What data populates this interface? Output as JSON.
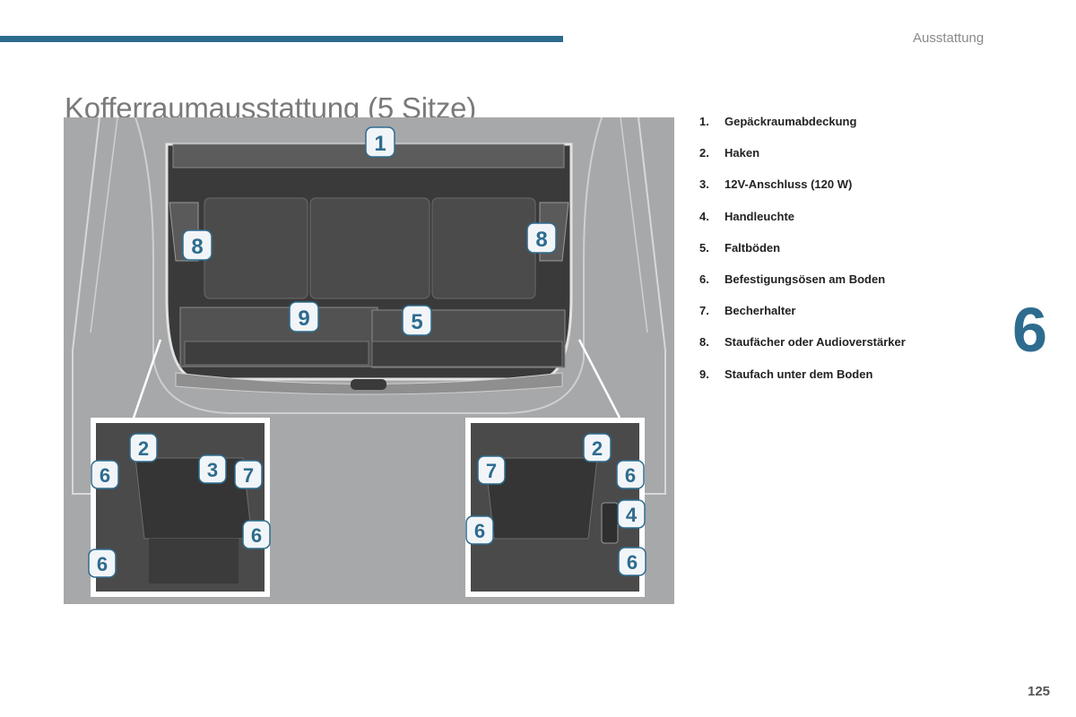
{
  "header": {
    "section": "Ausstattung"
  },
  "page": {
    "title": "Kofferraumausstattung (5 Sitze)",
    "chapter": "6",
    "number": "125"
  },
  "figure": {
    "callouts_main": [
      "1",
      "8",
      "8",
      "9",
      "5"
    ],
    "callouts_left": [
      "2",
      "6",
      "3",
      "7",
      "6",
      "6"
    ],
    "callouts_right": [
      "2",
      "6",
      "7",
      "4",
      "6",
      "6"
    ]
  },
  "legend": [
    {
      "num": "1.",
      "label": "Gepäckraumabdeckung"
    },
    {
      "num": "2.",
      "label": "Haken"
    },
    {
      "num": "3.",
      "label": "12V-Anschluss (120 W)"
    },
    {
      "num": "4.",
      "label": "Handleuchte"
    },
    {
      "num": "5.",
      "label": "Faltböden"
    },
    {
      "num": "6.",
      "label": "Befestigungsösen am Boden"
    },
    {
      "num": "7.",
      "label": "Becherhalter"
    },
    {
      "num": "8.",
      "label": "Staufächer oder Audioverstärker"
    },
    {
      "num": "9.",
      "label": "Staufach unter dem Boden"
    }
  ],
  "colors": {
    "accent": "#2e6c8f",
    "figure_bg": "#a7a8aa"
  }
}
